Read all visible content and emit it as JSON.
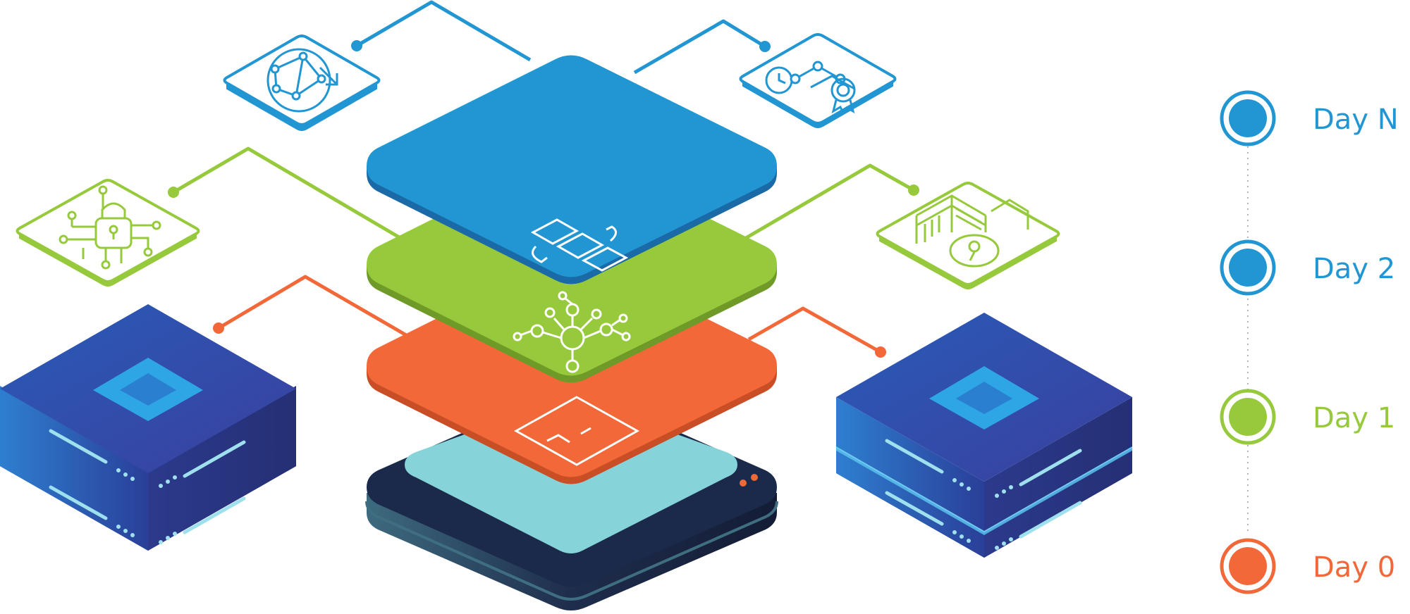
{
  "colors": {
    "blue": "#2196d3",
    "green": "#97c93c",
    "orange": "#f26838",
    "navy": "#1b2a4a",
    "teal": "#86d3d9",
    "server_top": "#2b4fa8",
    "server_accent": "#2ea6e6"
  },
  "layers": [
    {
      "id": "day-n-layer",
      "color": "#2196d3",
      "icon": "workflow-automation-icon"
    },
    {
      "id": "day-1-layer",
      "color": "#97c93c",
      "icon": "network-nodes-icon"
    },
    {
      "id": "day-0-layer",
      "color": "#f26838",
      "icon": "terminal-console-icon"
    }
  ],
  "side_cards": [
    {
      "id": "globe-sync",
      "color": "#2196d3",
      "icon": "globe-sync-icon"
    },
    {
      "id": "clock-certificate",
      "color": "#2196d3",
      "icon": "clock-certificate-icon"
    },
    {
      "id": "security-lock",
      "color": "#97c93c",
      "icon": "security-lock-icon"
    },
    {
      "id": "server-location",
      "color": "#97c93c",
      "icon": "server-location-icon"
    }
  ],
  "legend": [
    {
      "label": "Day N",
      "color": "#2196d3"
    },
    {
      "label": "Day 2",
      "color": "#2196d3"
    },
    {
      "label": "Day 1",
      "color": "#97c93c"
    },
    {
      "label": "Day 0",
      "color": "#f26838"
    }
  ]
}
